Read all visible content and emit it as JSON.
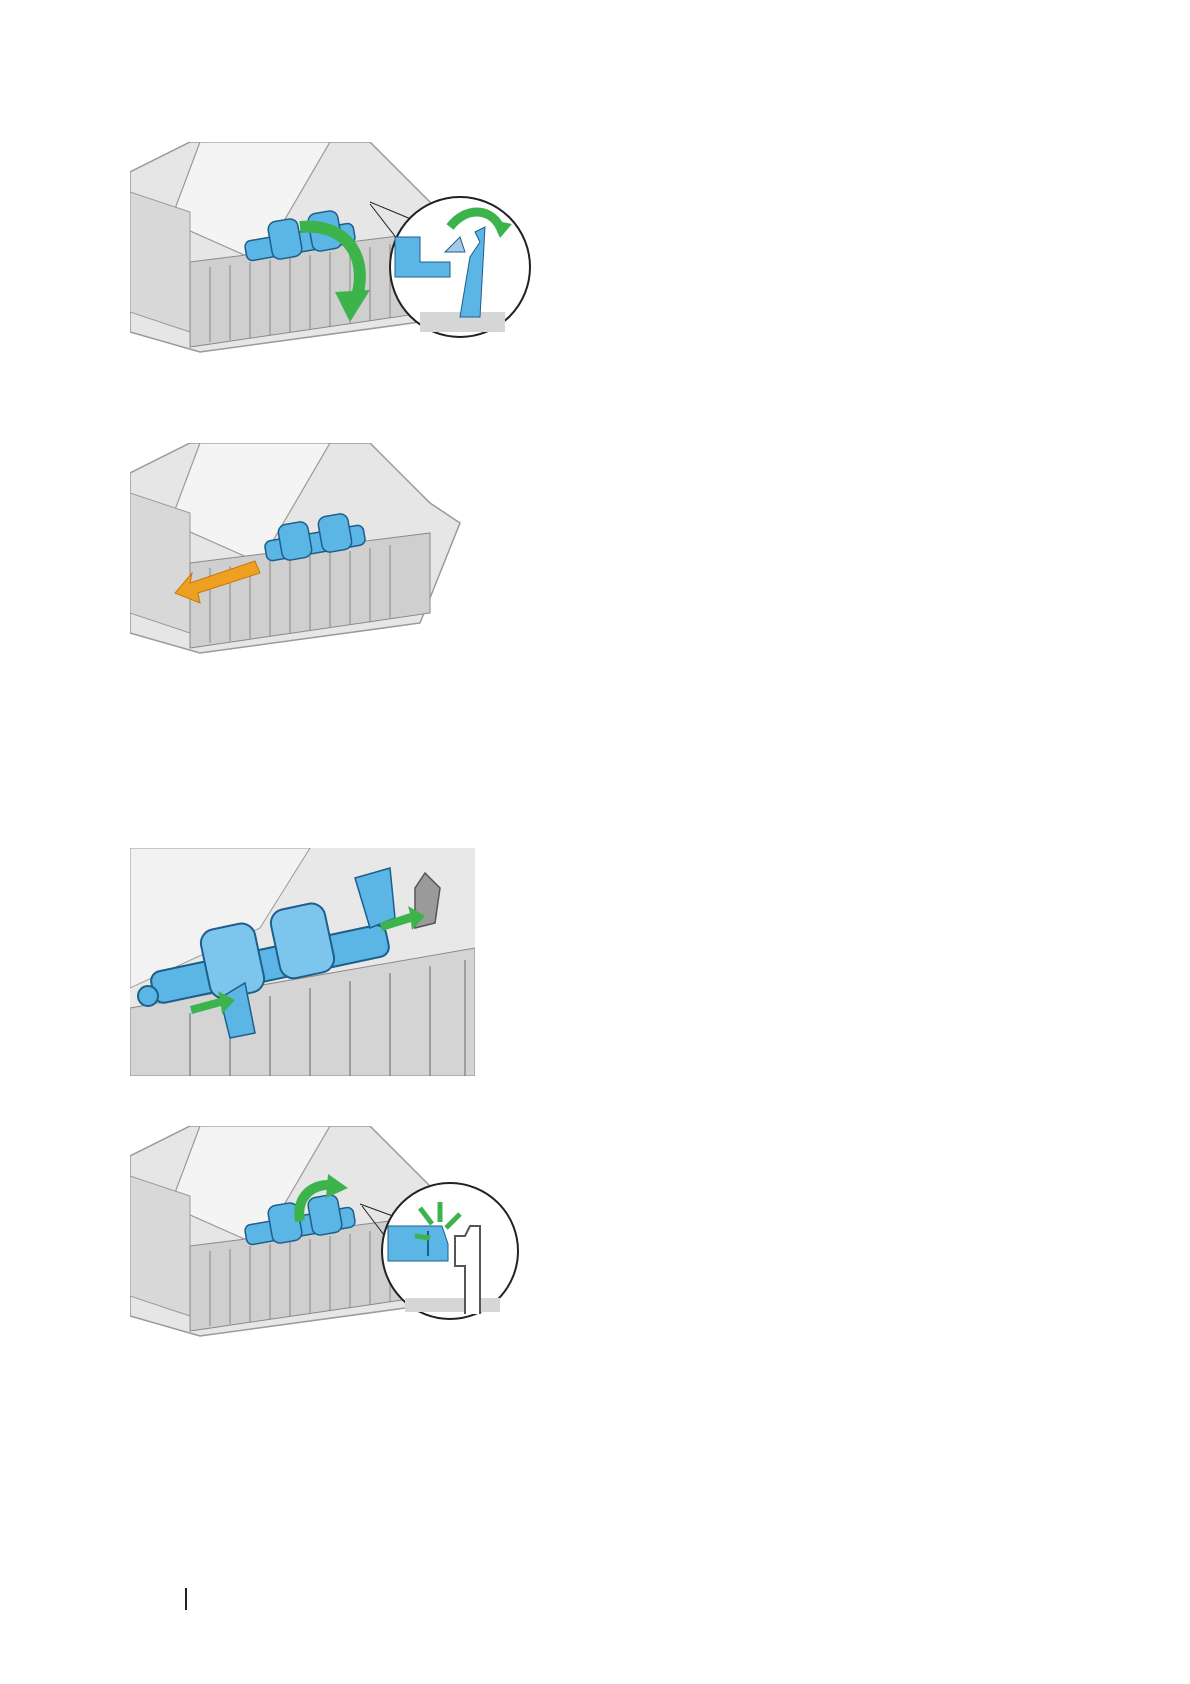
{
  "page": {
    "background": "#ffffff",
    "footer_rule": true
  },
  "figures": [
    {
      "id": "figure-1",
      "name": "release-roller-lever-illustration",
      "arrow_color": "#3cb44b",
      "part_color": "#5bb6e6",
      "has_detail_circle": true
    },
    {
      "id": "figure-2",
      "name": "slide-roller-out-illustration",
      "arrow_color": "#f0a020",
      "part_color": "#5bb6e6",
      "has_detail_circle": false
    },
    {
      "id": "figure-3",
      "name": "align-new-roller-illustration",
      "arrow_color": "#3cb44b",
      "part_color": "#5bb6e6",
      "has_detail_circle": false
    },
    {
      "id": "figure-4",
      "name": "lock-roller-lever-illustration",
      "arrow_color": "#3cb44b",
      "part_color": "#5bb6e6",
      "has_detail_circle": true
    }
  ]
}
